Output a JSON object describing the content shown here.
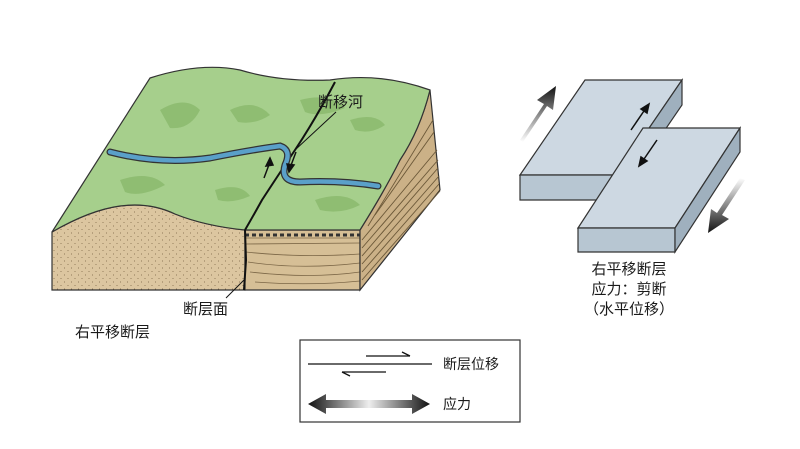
{
  "block_diagram": {
    "label_river": "断移河",
    "label_fault_plane": "断层面",
    "label_type": "右平移断层"
  },
  "schematic": {
    "line1": "右平移断层",
    "line2": "应力：剪断",
    "line3": "（水平位移）"
  },
  "legend": {
    "displacement_label": "断层位移",
    "stress_label": "应力"
  },
  "colors": {
    "grass": "#a6cf8c",
    "grass_dark": "#8fbd72",
    "soil": "#dcc6a0",
    "river": "#5aa0c9",
    "slab_top": "#cdd8e2",
    "slab_side": "#9fb0be"
  }
}
